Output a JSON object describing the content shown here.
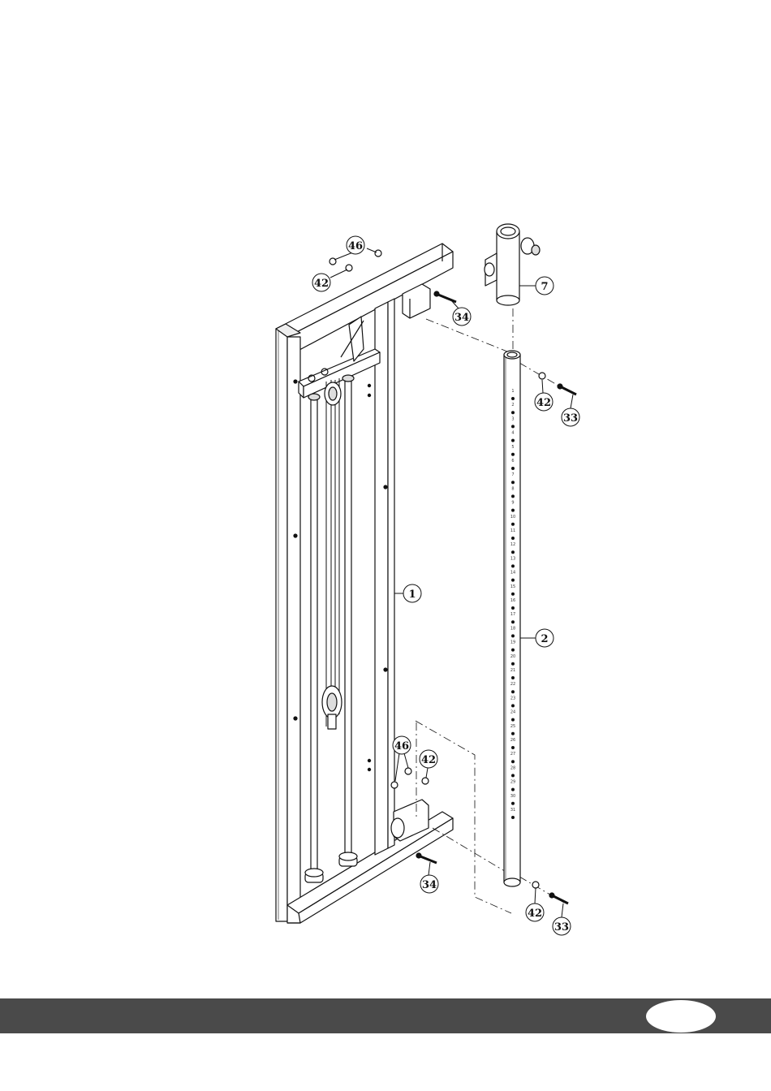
{
  "callouts": {
    "c46_top": "46",
    "c42_top": "42",
    "c34_top": "34",
    "c7": "7",
    "c42_right": "42",
    "c33_right": "33",
    "c1": "1",
    "c2": "2",
    "c46_bottom": "46",
    "c42_mid": "42",
    "c34_bottom": "34",
    "c42_bottom": "42",
    "c33_bottom": "33"
  },
  "tube_numbers": [
    "1",
    "2",
    "3",
    "4",
    "5",
    "6",
    "7",
    "8",
    "9",
    "10",
    "11",
    "12",
    "13",
    "14",
    "15",
    "16",
    "17",
    "18",
    "19",
    "20",
    "21",
    "22",
    "23",
    "24",
    "25",
    "26",
    "27",
    "28",
    "29",
    "30",
    "31"
  ],
  "footer": {
    "page_number": "",
    "bar_color": "#4a4a4a"
  }
}
